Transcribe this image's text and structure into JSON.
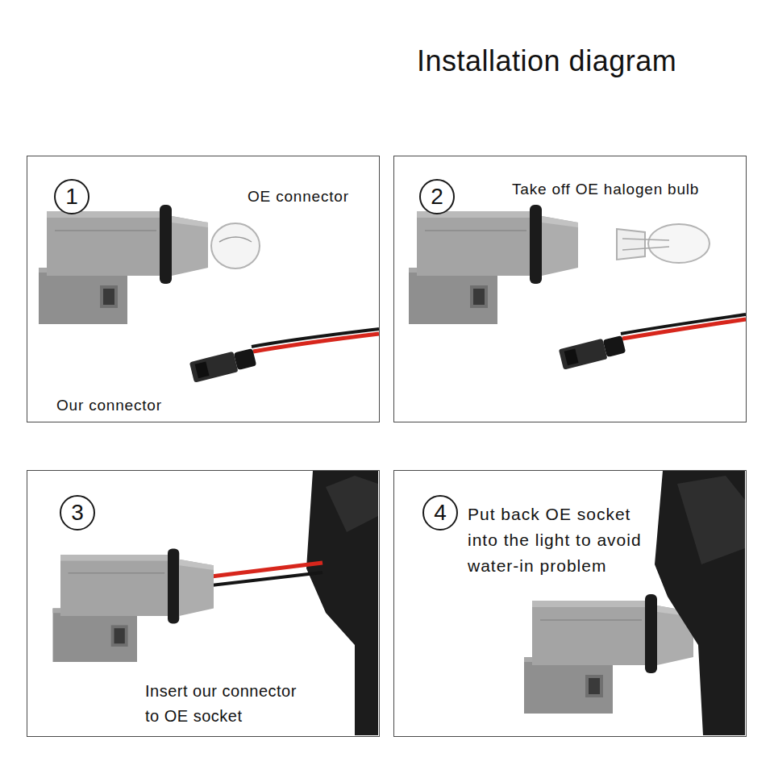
{
  "diagram": {
    "title": "Installation diagram",
    "nodes": [
      {
        "text": [
          "OE connector",
          "Our connector"
        ]
      },
      {
        "text": [
          "1"
        ],
        "in": 0
      },
      {
        "text": [
          "Take off OE halogen bulb"
        ]
      },
      {
        "text": [
          "2"
        ],
        "in": 2
      },
      {
        "text": [
          "Insert our connector to OE socket"
        ]
      },
      {
        "text": [
          "3"
        ],
        "in": 4
      },
      {
        "text": [
          "Put back OE socket into the light to avoid water-in problem"
        ]
      },
      {
        "text": [
          "4"
        ],
        "in": 6
      }
    ]
  }
}
